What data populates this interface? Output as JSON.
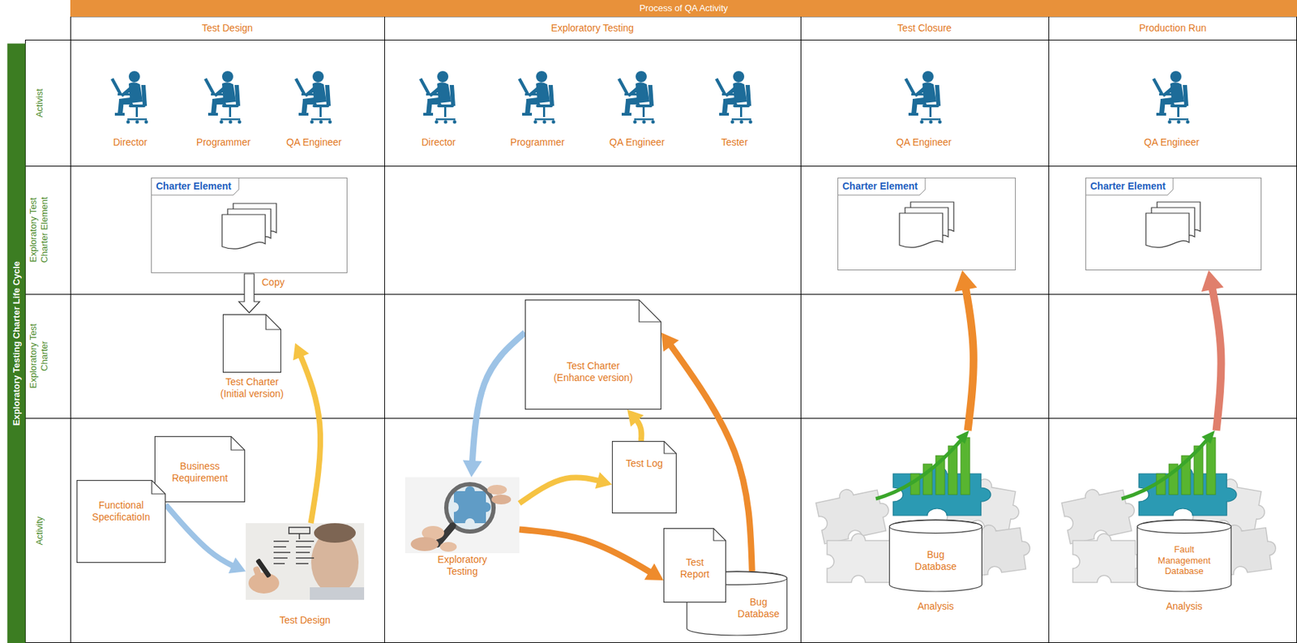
{
  "diagram": {
    "nodes": [
      {
        "text": [
          "Process of QA Activity"
        ]
      },
      {
        "text": [
          "Test Design"
        ]
      },
      {
        "text": [
          "Exploratory Testing"
        ]
      },
      {
        "text": [
          "Test Closure"
        ]
      },
      {
        "text": [
          "Production Run"
        ]
      },
      {
        "text": [
          "Exploratory Testing Charter Life Cycle"
        ]
      },
      {
        "text": [
          "Activist"
        ]
      },
      {
        "text": [
          "Exploratory Test Charter Element"
        ]
      },
      {
        "text": [
          "Exploratory Test Charter"
        ]
      },
      {
        "text": [
          "Activity"
        ]
      },
      {
        "text": [
          "Charter Element"
        ]
      },
      {
        "text": [
          "Charter Element"
        ]
      },
      {
        "text": [
          "Charter Element"
        ]
      },
      {
        "text": [
          "Test Charter (Initial version)"
        ]
      },
      {
        "text": [
          "Test Charter (Enhance version)"
        ]
      },
      {
        "text": [
          "Business Requirement"
        ]
      },
      {
        "text": [
          "Functional SpecificatioIn"
        ]
      },
      {
        "text": [
          "Test Design"
        ]
      },
      {
        "text": [
          "Exploratory Testing"
        ]
      },
      {
        "text": [
          "Test Log"
        ]
      },
      {
        "text": [
          "Test Report"
        ]
      },
      {
        "text": [
          "Bug Database"
        ]
      },
      {
        "text": [
          "Analysis"
        ]
      },
      {
        "text": [
          "Bug Database"
        ],
        "in": 22
      },
      {
        "text": [
          "Analysis"
        ]
      },
      {
        "text": [
          "Fault Management Database"
        ],
        "in": 24
      }
    ],
    "edges": [
      {
        "from": 10,
        "to": 13,
        "arrow": "to",
        "label": "Copy"
      },
      {
        "from": 16,
        "to": 17,
        "arrow": "to"
      },
      {
        "from": 17,
        "to": 13,
        "arrow": "to"
      },
      {
        "from": 14,
        "to": 18,
        "arrow": "to"
      },
      {
        "from": 18,
        "to": 19,
        "arrow": "to"
      },
      {
        "from": 18,
        "to": 20,
        "arrow": "to"
      },
      {
        "from": 19,
        "to": 14,
        "arrow": "to"
      },
      {
        "from": 21,
        "to": 14,
        "arrow": "to"
      },
      {
        "from": 22,
        "to": 11,
        "arrow": "to"
      },
      {
        "from": 24,
        "to": 12,
        "arrow": "to"
      }
    ],
    "labels": [
      "Director",
      "Programmer",
      "QA Engineer",
      "Director",
      "Programmer",
      "QA Engineer",
      "Tester",
      "QA Engineer",
      "QA Engineer"
    ]
  }
}
